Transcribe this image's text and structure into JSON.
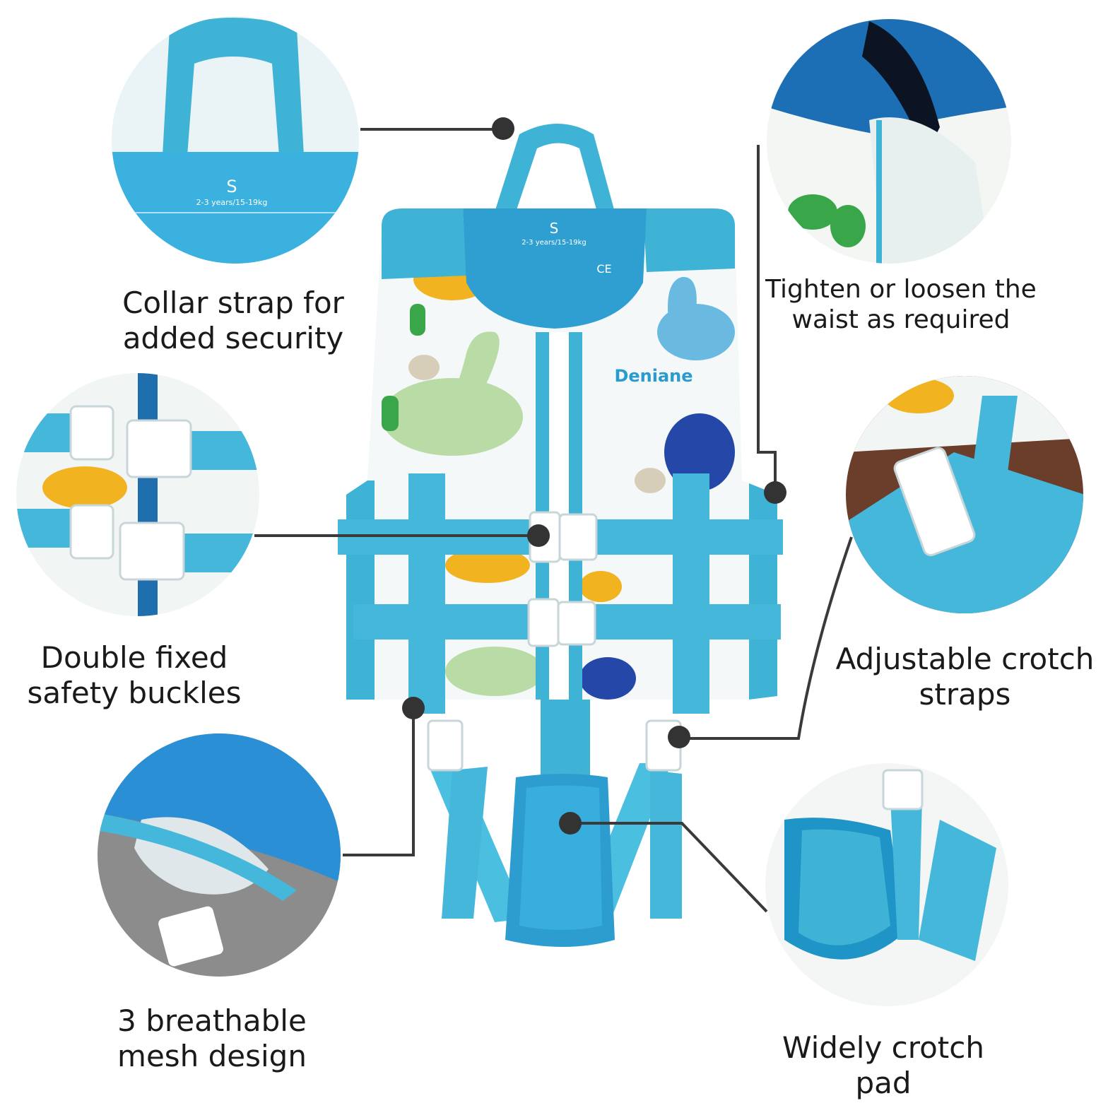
{
  "product": {
    "size_letter": "S",
    "size_range": "2-3 years/15-19kg",
    "brand": "Deniane",
    "cert_mark": "CE"
  },
  "callouts": {
    "collar": {
      "line1": "Collar strap for",
      "line2": "added security"
    },
    "waist": {
      "line1": "Tighten or loosen the",
      "line2": "waist as required"
    },
    "buckles": {
      "line1": "Double fixed",
      "line2": "safety buckles"
    },
    "crotch_straps": {
      "line1": "Adjustable crotch",
      "line2": "straps"
    },
    "mesh": {
      "line1": "3 breathable",
      "line2": "mesh design"
    },
    "crotch_pad": {
      "line1": "Widely crotch",
      "line2": "pad"
    }
  },
  "colors": {
    "accent_blue": "#3fb3d6",
    "deep_blue": "#1e88c8",
    "vest_white": "#f4f8f8",
    "dino_green": "#b9dca6",
    "dino_blue": "#6ab9e0",
    "dino_navy": "#2447a8",
    "dino_yellow": "#f2b320",
    "leader_line": "#3a3a3a"
  }
}
